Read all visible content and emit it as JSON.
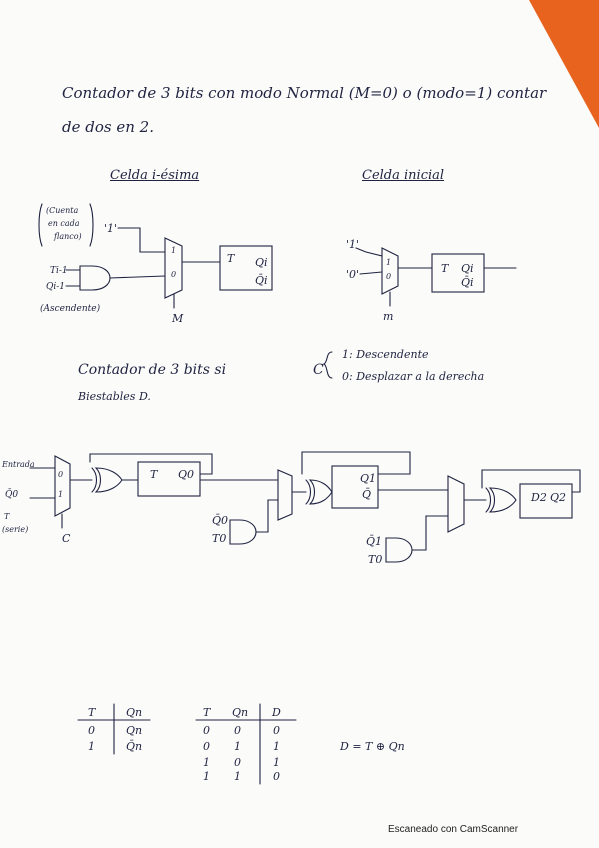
{
  "title": {
    "line1": "Contador de 3 bits con modo Normal (M=0) o (modo=1) contar",
    "line2": "de dos en 2."
  },
  "cell_i": {
    "heading": "Celda i-ésima",
    "note_lines": [
      "(Cuenta",
      "en cada",
      "flanco)"
    ],
    "const_one": "'1'",
    "in_t": "Ti-1",
    "in_q": "Qi-1",
    "ascending": "(Ascendente)",
    "mux_labels": [
      "1",
      "0"
    ],
    "ff_t": "T",
    "ff_q": "Qi",
    "ff_qn": "Q̄i",
    "mode": "M"
  },
  "cell_initial": {
    "heading": "Celda inicial",
    "in_one": "'1'",
    "in_zero": "'0'",
    "mux_labels": [
      "1",
      "0"
    ],
    "ff_t": "T",
    "ff_q": "Qi",
    "ff_qn": "Q̄i",
    "mode": "m"
  },
  "section2": {
    "line": "Contador de 3 bits si",
    "c_label": "C",
    "opt1": "1: Descendente",
    "opt0": "0: Desplazar a la derecha",
    "biestables": "Biestables D."
  },
  "circuit": {
    "in_entrada": "Entrada",
    "in_q0n": "Q̄0",
    "in_t": "T",
    "in_serie": "(serie)",
    "mux_c": "C",
    "mux_labels": [
      "0",
      "1"
    ],
    "ff0_t": "T",
    "ff0_q": "Q0",
    "ff1_q": "Q1",
    "ff1_qn": "Q̄",
    "ff2_d": "D2",
    "ff2_q": "Q2",
    "and1_a": "Q̄0",
    "and1_b": "T0",
    "and2_a": "Q̄1",
    "and2_b": "T0"
  },
  "table1": {
    "headers": [
      "T",
      "Qn"
    ],
    "rows": [
      [
        "0",
        "Qn"
      ],
      [
        "1",
        "Q̄n"
      ]
    ]
  },
  "table2": {
    "headers": [
      "T",
      "Qn",
      "D"
    ],
    "rows": [
      [
        "0",
        "0",
        "0"
      ],
      [
        "0",
        "1",
        "1"
      ],
      [
        "1",
        "0",
        "1"
      ],
      [
        "1",
        "1",
        "0"
      ]
    ]
  },
  "equation": "D = T ⊕ Qn",
  "footer": "Escaneado con CamScanner"
}
